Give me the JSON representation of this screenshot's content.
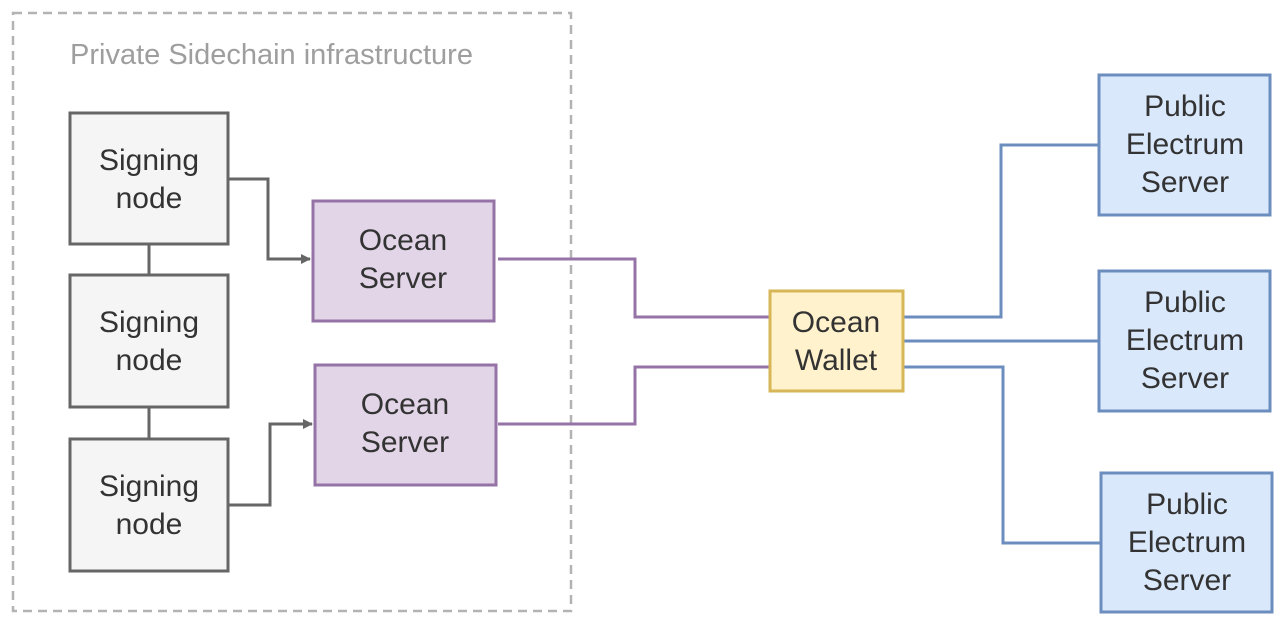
{
  "group": {
    "title": "Private Sidechain infrastructure",
    "border_color": "#b3b3b3"
  },
  "signing_nodes": [
    {
      "line1": "Signing",
      "line2": "node"
    },
    {
      "line1": "Signing",
      "line2": "node"
    },
    {
      "line1": "Signing",
      "line2": "node"
    }
  ],
  "ocean_servers": [
    {
      "line1": "Ocean",
      "line2": "Server"
    },
    {
      "line1": "Ocean",
      "line2": "Server"
    }
  ],
  "wallet": {
    "line1": "Ocean",
    "line2": "Wallet"
  },
  "electrum_servers": [
    {
      "line1": "Public",
      "line2": "Electrum",
      "line3": "Server"
    },
    {
      "line1": "Public",
      "line2": "Electrum",
      "line3": "Server"
    },
    {
      "line1": "Public",
      "line2": "Electrum",
      "line3": "Server"
    }
  ],
  "colors": {
    "signing_fill": "#f5f5f5",
    "signing_stroke": "#666666",
    "ocean_fill": "#e1d5e7",
    "ocean_stroke": "#9673a6",
    "wallet_fill": "#fff2cc",
    "wallet_stroke": "#d6b656",
    "electrum_fill": "#dae8fc",
    "electrum_stroke": "#6c8ebf"
  }
}
